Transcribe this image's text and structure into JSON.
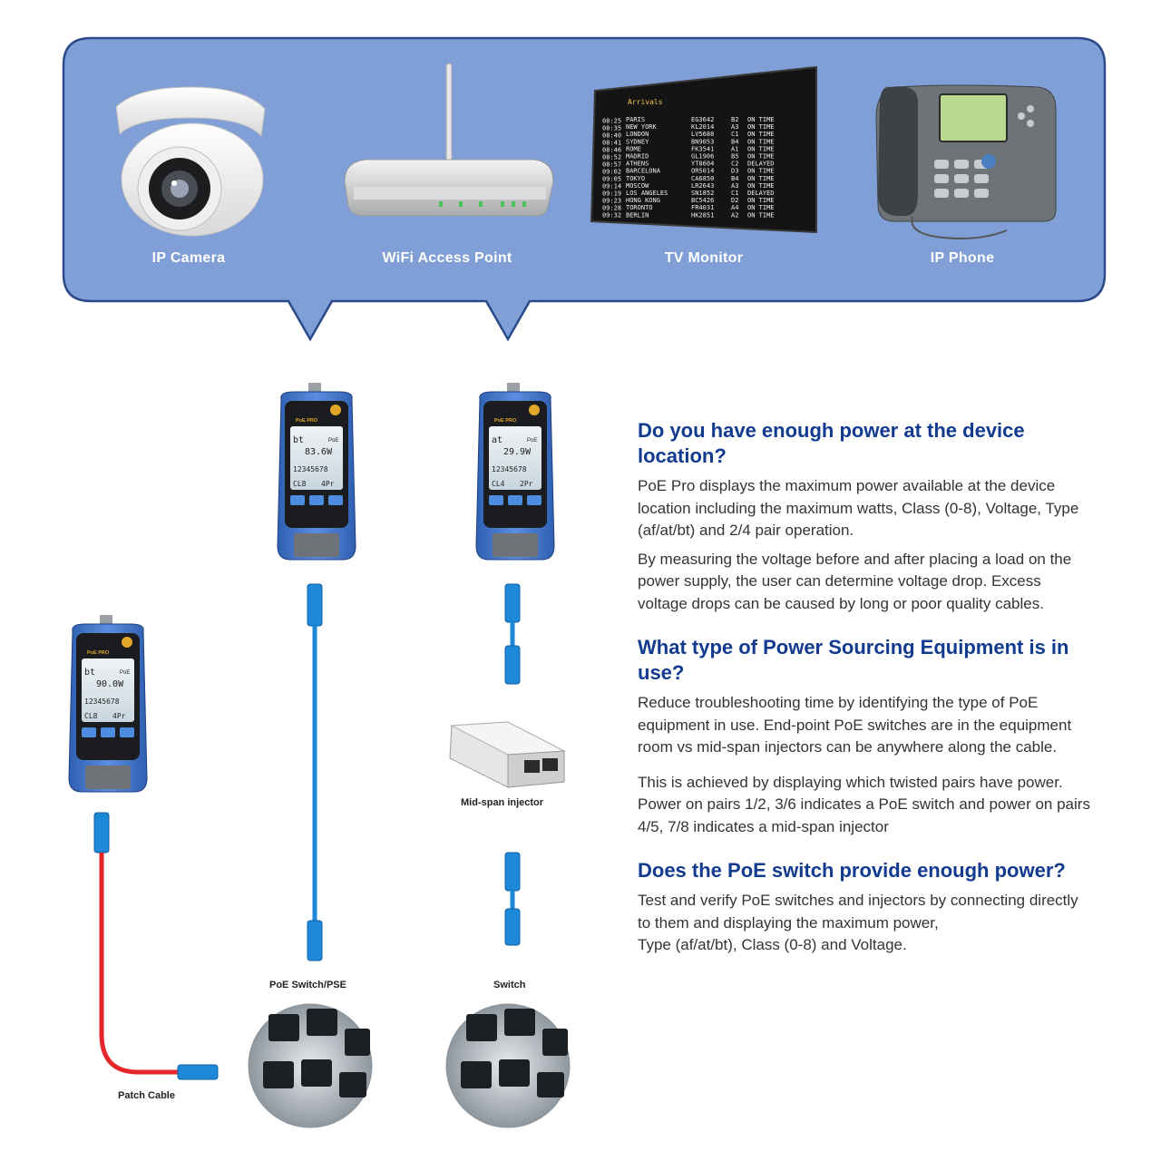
{
  "devices": {
    "camera": "IP Camera",
    "wifi": "WiFi Access Point",
    "tv": "TV Monitor",
    "phone": "IP Phone"
  },
  "tv_board": {
    "title": "Arrivals",
    "rows": [
      [
        "08:25",
        "PARIS",
        "EG3642",
        "B2",
        "ON TIME"
      ],
      [
        "08:35",
        "NEW YORK",
        "KL2014",
        "A3",
        "ON TIME"
      ],
      [
        "08:40",
        "LONDON",
        "LV5688",
        "C1",
        "ON TIME"
      ],
      [
        "08:41",
        "SYDNEY",
        "BN9053",
        "B4",
        "ON TIME"
      ],
      [
        "08:46",
        "ROME",
        "FK3541",
        "A1",
        "ON TIME"
      ],
      [
        "08:52",
        "MADRID",
        "GL1906",
        "B5",
        "ON TIME"
      ],
      [
        "08:57",
        "ATHENS",
        "YT8604",
        "C2",
        "DELAYED"
      ],
      [
        "09:02",
        "BARCELONA",
        "OR5014",
        "D3",
        "ON TIME"
      ],
      [
        "09:05",
        "TOKYO",
        "CA6850",
        "B4",
        "ON TIME"
      ],
      [
        "09:14",
        "MOSCOW",
        "LR2643",
        "A3",
        "ON TIME"
      ],
      [
        "09:19",
        "LOS ANGELES",
        "SN1852",
        "C1",
        "DELAYED"
      ],
      [
        "09:23",
        "HONG KONG",
        "BC5426",
        "D2",
        "ON TIME"
      ],
      [
        "09:28",
        "TORONTO",
        "FR4031",
        "A4",
        "ON TIME"
      ],
      [
        "09:32",
        "BERLIN",
        "HK2851",
        "A2",
        "ON TIME"
      ]
    ]
  },
  "testers": [
    {
      "brand": "PoE PRO",
      "mode": "bt",
      "watts": "83.6W",
      "pairs": "12345678",
      "class": "CL8",
      "pair_mode": "4Pr",
      "poe": "PoE"
    },
    {
      "brand": "PoE PRO",
      "mode": "at",
      "watts": "29.9W",
      "pairs": "12345678",
      "class": "CL4",
      "pair_mode": "2Pr",
      "poe": "PoE"
    },
    {
      "brand": "PoE PRO",
      "mode": "bt",
      "watts": "90.0W",
      "pairs": "12345678",
      "class": "CL8",
      "pair_mode": "4Pr",
      "poe": "PoE"
    }
  ],
  "labels": {
    "injector": "Mid-span injector",
    "poe_switch": "PoE Switch/PSE",
    "switch": "Switch",
    "patch": "Patch Cable"
  },
  "sections": [
    {
      "heading": "Do you have enough power at the device location?",
      "paragraphs": [
        "PoE Pro displays the maximum power available at the device location including the maximum watts, Class (0-8), Voltage, Type (af/at/bt) and 2/4 pair operation.",
        "By measuring the voltage before and after placing a load on the power supply, the user can determine voltage drop. Excess voltage drops can be caused by long or poor quality cables."
      ]
    },
    {
      "heading": "What type of Power Sourcing Equipment is in use?",
      "paragraphs": [
        "Reduce troubleshooting time by identifying the type of PoE equipment in use. End-point PoE switches are in the equipment room vs mid-span injectors can be anywhere along the cable.",
        "This is achieved by displaying which twisted pairs have power. Power on pairs 1/2, 3/6 indicates a PoE switch and power on pairs 4/5, 7/8 indicates a mid-span injector"
      ]
    },
    {
      "heading": "Does the PoE switch provide enough power?",
      "paragraphs": [
        "Test and verify PoE switches and injectors by connecting directly to them and displaying the maximum power,",
        "Type (af/at/bt), Class (0-8) and Voltage."
      ]
    }
  ],
  "colors": {
    "panel": "#7f9fd6",
    "panel_border": "#2b4a8c",
    "heading": "#123a8f",
    "cable_blue": "#1e88d8",
    "cable_red": "#e5252a"
  }
}
